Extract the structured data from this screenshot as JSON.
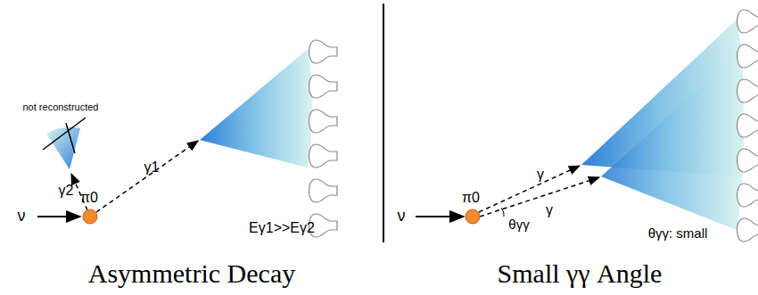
{
  "diagram": {
    "labels": [
      "not reconstructed",
      "γ2",
      "γ1",
      "ν",
      "π0",
      "Eγ1>>Eγ2",
      "ν",
      "π0",
      "γ",
      "γ",
      "θγγ",
      "θγγ: small",
      "Asymmetric Decay",
      "Small γγ Angle"
    ]
  }
}
